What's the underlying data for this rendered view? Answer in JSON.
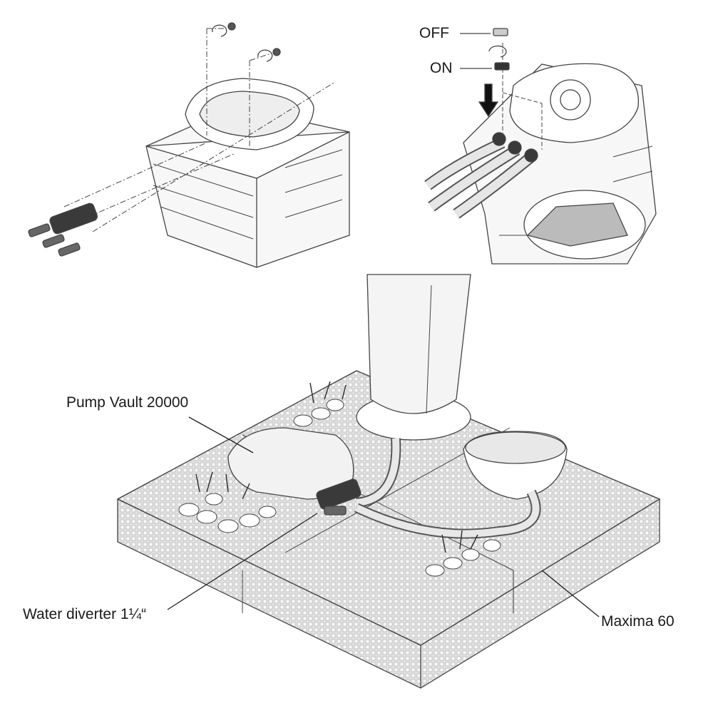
{
  "labels": {
    "off": "OFF",
    "on": "ON",
    "pump_vault": "Pump Vault 20000",
    "water_diverter": "Water diverter 1¼“",
    "maxima": "Maxima 60"
  },
  "colors": {
    "line": "#333333",
    "fill": "#f4f4f4",
    "grid": "#bdbdbd",
    "fitting": "#3a3a3a"
  }
}
